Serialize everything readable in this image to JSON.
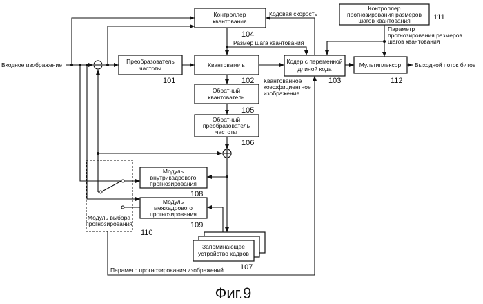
{
  "blocks": {
    "b104": {
      "lines": [
        "Контроллер",
        "квантования"
      ],
      "num": "104"
    },
    "b111": {
      "lines": [
        "Контроллер",
        "прогнозирования размеров",
        "шагов квантования"
      ],
      "num": "111"
    },
    "b101": {
      "lines": [
        "Преобразователь",
        "частоты"
      ],
      "num": "101"
    },
    "b102": {
      "lines": [
        "Квантователь"
      ],
      "num": "102"
    },
    "b103": {
      "lines": [
        "Кодер с переменной",
        "длиной кода"
      ],
      "num": "103"
    },
    "b112": {
      "lines": [
        "Мультиплексор"
      ],
      "num": "112"
    },
    "b105": {
      "lines": [
        "Обратный",
        "квантователь"
      ],
      "num": "105"
    },
    "b106": {
      "lines": [
        "Обратный",
        "преобразователь",
        "частоты"
      ],
      "num": "106"
    },
    "b108": {
      "lines": [
        "Модуль",
        "внутрикадрового",
        "прогнозирования"
      ],
      "num": "108"
    },
    "b109": {
      "lines": [
        "Модуль",
        "межкадрового",
        "прогнозирования"
      ],
      "num": "109"
    },
    "b107": {
      "lines": [
        "Запоминающее",
        "устройство кадров"
      ],
      "num": "107"
    },
    "b110": {
      "lines": [
        "Модуль выбора",
        "прогнозирования"
      ],
      "num": "110"
    }
  },
  "labels": {
    "input": "Входное изображение",
    "output": "Выходной поток битов",
    "code_rate": "Кодовая скорость",
    "qstep": "Размер шага квантования",
    "qcoef": [
      "Квантованное",
      "коэффициентное",
      "изображение"
    ],
    "param_q": [
      "Параметр",
      "прогнозирования размеров",
      "шагов квантования"
    ],
    "param_img": "Параметр прогнозирования изображений"
  },
  "caption": "Фиг.9"
}
